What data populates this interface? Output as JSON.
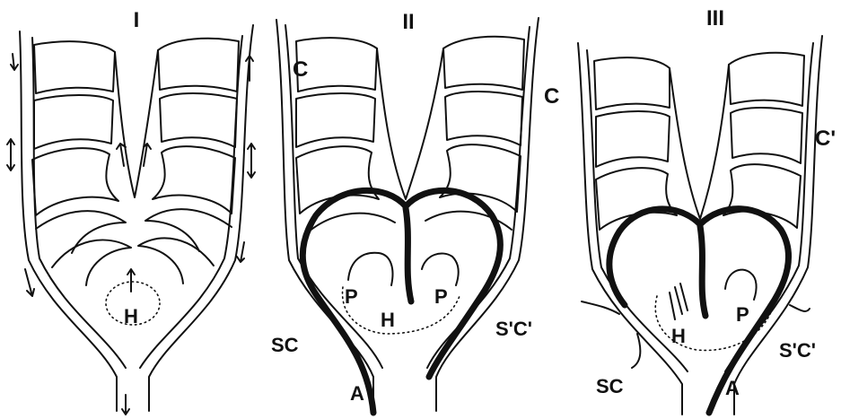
{
  "figure": {
    "panels": [
      {
        "numeral": "I",
        "labels": {
          "h": "H"
        }
      },
      {
        "numeral": "II",
        "labels": {
          "c_left": "C",
          "c_right": "C",
          "p_left": "P",
          "p_right": "P",
          "h": "H",
          "sc_left": "SC",
          "sc_right": "S'C'",
          "a": "A"
        }
      },
      {
        "numeral": "III",
        "labels": {
          "c_right": "C'",
          "p": "P",
          "h": "H",
          "sc_left": "SC",
          "sc_right": "S'C'",
          "a": "A"
        }
      }
    ]
  }
}
